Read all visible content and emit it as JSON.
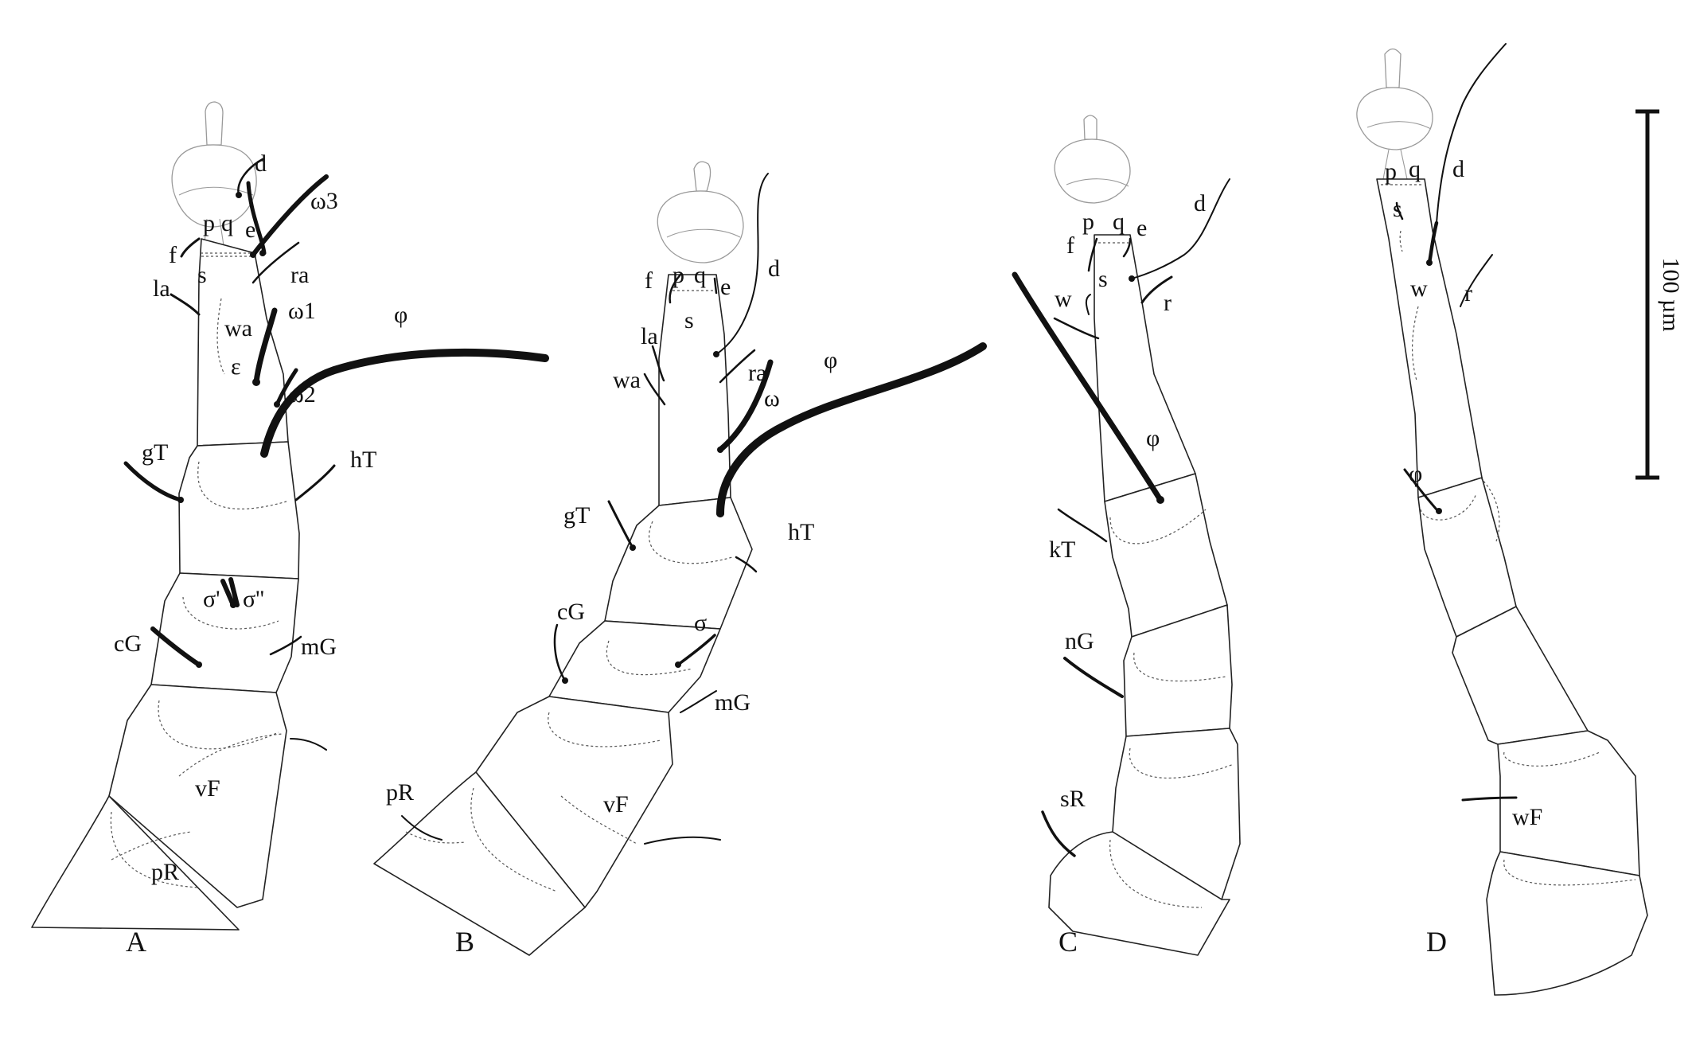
{
  "figure": {
    "scale_bar_label": "100 µm",
    "panels": [
      {
        "id": "A",
        "label": "A",
        "labels": [
          "d",
          "ω3",
          "p",
          "q",
          "e",
          "f",
          "s",
          "ra",
          "la",
          "wa",
          "ω1",
          "ε",
          "ω2",
          "φ",
          "gT",
          "hT",
          "σ'",
          "σ''",
          "cG",
          "mG",
          "vF",
          "pR"
        ]
      },
      {
        "id": "B",
        "label": "B",
        "labels": [
          "d",
          "f",
          "p",
          "q",
          "e",
          "s",
          "la",
          "ra",
          "wa",
          "ω",
          "φ",
          "gT",
          "hT",
          "cG",
          "σ",
          "mG",
          "pR",
          "vF"
        ]
      },
      {
        "id": "C",
        "label": "C",
        "labels": [
          "p",
          "q",
          "e",
          "d",
          "f",
          "s",
          "w",
          "r",
          "φ",
          "kT",
          "nG",
          "sR"
        ]
      },
      {
        "id": "D",
        "label": "D",
        "labels": [
          "p",
          "q",
          "d",
          "s",
          "w",
          "r",
          "φ",
          "wF"
        ]
      }
    ]
  },
  "colors": {
    "outline": "#222222",
    "seta": "#111111",
    "faint": "#9a9a9a",
    "background": "#ffffff"
  }
}
